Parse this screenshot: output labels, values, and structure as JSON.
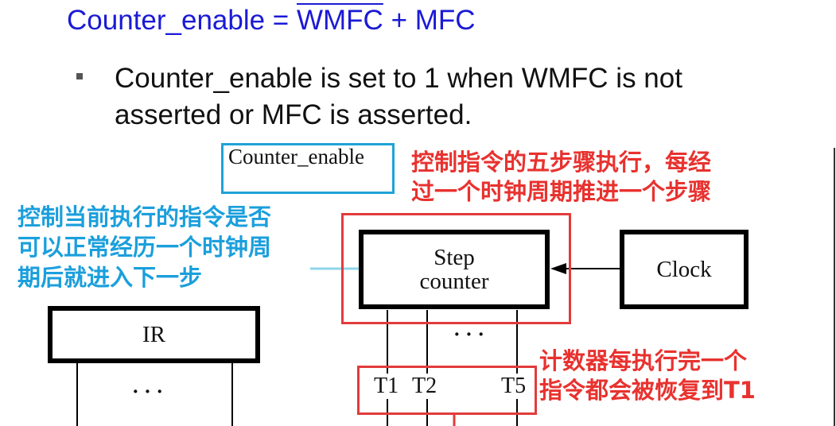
{
  "formula": {
    "lhs": "Counter_enable = ",
    "wmfc": "WMFC",
    "rhs": " + MFC"
  },
  "bullet": {
    "line1": "Counter_enable is set to 1 when WMFC is not",
    "line2": "asserted or MFC is asserted."
  },
  "diagram": {
    "counter_enable_label": "Counter_enable",
    "step_counter_line1": "Step",
    "step_counter_line2": "counter",
    "clock_label": "Clock",
    "ir_label": "IR",
    "ellipsis": "· · ·",
    "t1": "T1",
    "t2": "T2",
    "t5": "T5"
  },
  "annotations": {
    "red_top_line1": "控制指令的五步骤执行，每经",
    "red_top_line2": "过一个时钟周期推进一个步骤",
    "blue_left_line1": "控制当前执行的指令是否",
    "blue_left_line2": "可以正常经历一个时钟周",
    "blue_left_line3": "期后就进入下一步",
    "red_bottom_line1": "计数器每执行完一个",
    "red_bottom_line2": "指令都会被恢复到T1"
  },
  "colors": {
    "formula_blue": "#1a1ad6",
    "annotation_red": "#e8322f",
    "annotation_blue": "#1b9fdc"
  }
}
